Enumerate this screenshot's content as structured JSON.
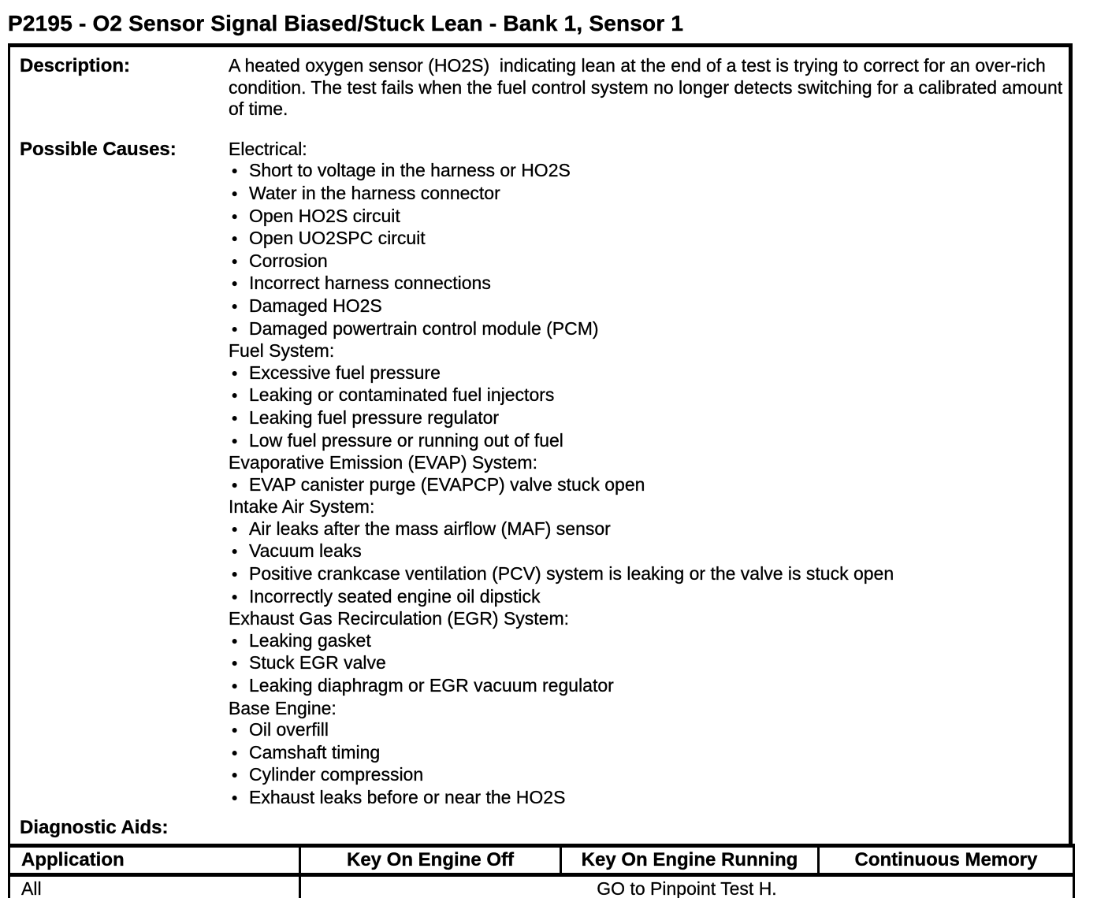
{
  "header": {
    "title": "P2195 - O2 Sensor Signal Biased/Stuck Lean - Bank 1, Sensor 1"
  },
  "details": {
    "description_label": "Description:",
    "description_text": "A heated oxygen sensor (HO2S)  indicating lean at the end of a test is trying to correct for an over-rich condition. The test fails when the fuel control system no longer detects switching for a calibrated amount of time.",
    "possible_causes_label": "Possible Causes:",
    "causes": [
      {
        "type": "group",
        "text": "Electrical:"
      },
      {
        "type": "bullet",
        "text": "Short to voltage in the harness or HO2S"
      },
      {
        "type": "bullet",
        "text": "Water in the harness connector"
      },
      {
        "type": "bullet",
        "text": "Open HO2S circuit"
      },
      {
        "type": "bullet",
        "text": "Open UO2SPC circuit"
      },
      {
        "type": "bullet",
        "text": "Corrosion"
      },
      {
        "type": "bullet",
        "text": "Incorrect harness connections"
      },
      {
        "type": "bullet",
        "text": "Damaged HO2S"
      },
      {
        "type": "bullet",
        "text": "Damaged powertrain control module (PCM)"
      },
      {
        "type": "group",
        "text": "Fuel System:"
      },
      {
        "type": "bullet",
        "text": "Excessive fuel pressure"
      },
      {
        "type": "bullet",
        "text": "Leaking or contaminated fuel injectors"
      },
      {
        "type": "bullet",
        "text": "Leaking fuel pressure regulator"
      },
      {
        "type": "bullet",
        "text": "Low fuel pressure or running out of fuel"
      },
      {
        "type": "group",
        "text": "Evaporative Emission (EVAP) System:"
      },
      {
        "type": "bullet",
        "text": "EVAP canister purge (EVAPCP) valve stuck open"
      },
      {
        "type": "group",
        "text": "Intake Air System:"
      },
      {
        "type": "bullet",
        "text": "Air leaks after the mass airflow (MAF) sensor"
      },
      {
        "type": "bullet",
        "text": "Vacuum leaks"
      },
      {
        "type": "bullet",
        "text": "Positive crankcase ventilation (PCV) system is leaking or the valve is stuck open"
      },
      {
        "type": "bullet",
        "text": "Incorrectly seated engine oil dipstick"
      },
      {
        "type": "group",
        "text": "Exhaust Gas Recirculation (EGR) System:"
      },
      {
        "type": "bullet",
        "text": "Leaking gasket"
      },
      {
        "type": "bullet",
        "text": "Stuck EGR valve"
      },
      {
        "type": "bullet",
        "text": "Leaking diaphragm or EGR vacuum regulator"
      },
      {
        "type": "group",
        "text": "Base Engine:"
      },
      {
        "type": "bullet",
        "text": "Oil overfill"
      },
      {
        "type": "bullet",
        "text": "Camshaft timing"
      },
      {
        "type": "bullet",
        "text": "Cylinder compression"
      },
      {
        "type": "bullet",
        "text": "Exhaust leaks before or near the HO2S"
      }
    ],
    "diagnostic_aids_label": "Diagnostic Aids:"
  },
  "table": {
    "headers": [
      "Application",
      "Key On Engine Off",
      "Key On Engine Running",
      "Continuous Memory"
    ],
    "rows": [
      {
        "application": "All",
        "action": "GO to Pinpoint Test H."
      }
    ]
  },
  "icons": {
    "bullet": "•"
  },
  "colors": {
    "ink": "#000000",
    "paper": "#ffffff"
  }
}
